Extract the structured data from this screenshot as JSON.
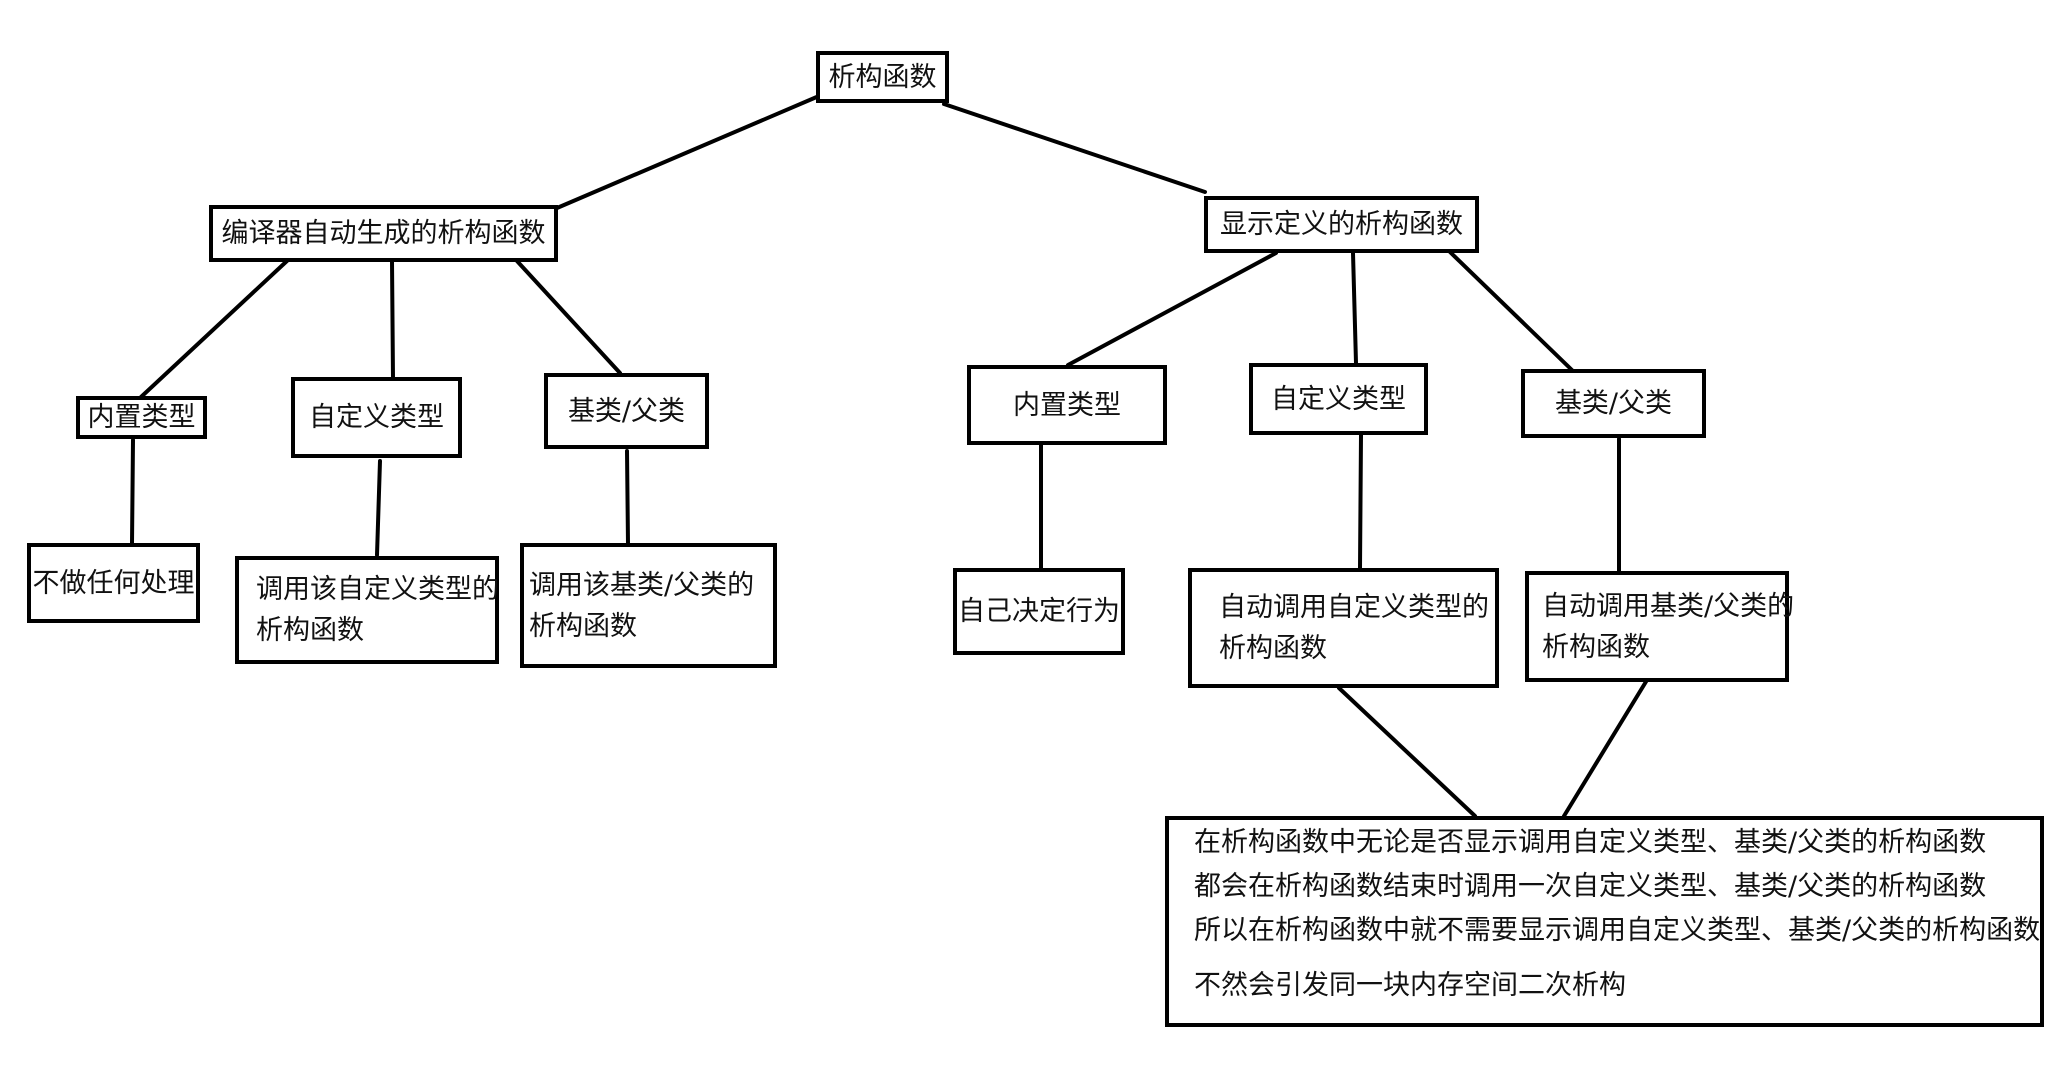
{
  "diagram": {
    "root": "析构函数",
    "compiler_generated": {
      "title": "编译器自动生成的析构函数",
      "builtin_type": {
        "label": "内置类型",
        "action": "不做任何处理"
      },
      "custom_type": {
        "label": "自定义类型",
        "action": [
          "调用该自定义类型的",
          "析构函数"
        ]
      },
      "base_class": {
        "label": "基类/父类",
        "action": [
          "调用该基类/父类的",
          "析构函数"
        ]
      }
    },
    "explicit_defined": {
      "title": "显示定义的析构函数",
      "builtin_type": {
        "label": "内置类型",
        "action": "自己决定行为"
      },
      "custom_type": {
        "label": "自定义类型",
        "action": [
          "自动调用自定义类型的",
          "析构函数"
        ]
      },
      "base_class": {
        "label": "基类/父类",
        "action": [
          "自动调用基类/父类的",
          "析构函数"
        ]
      }
    },
    "note": [
      "在析构函数中无论是否显示调用自定义类型、基类/父类的析构函数",
      "都会在析构函数结束时调用一次自定义类型、基类/父类的析构函数",
      "所以在析构函数中就不需要显示调用自定义类型、基类/父类的析构函数",
      "不然会引发同一块内存空间二次析构"
    ]
  }
}
